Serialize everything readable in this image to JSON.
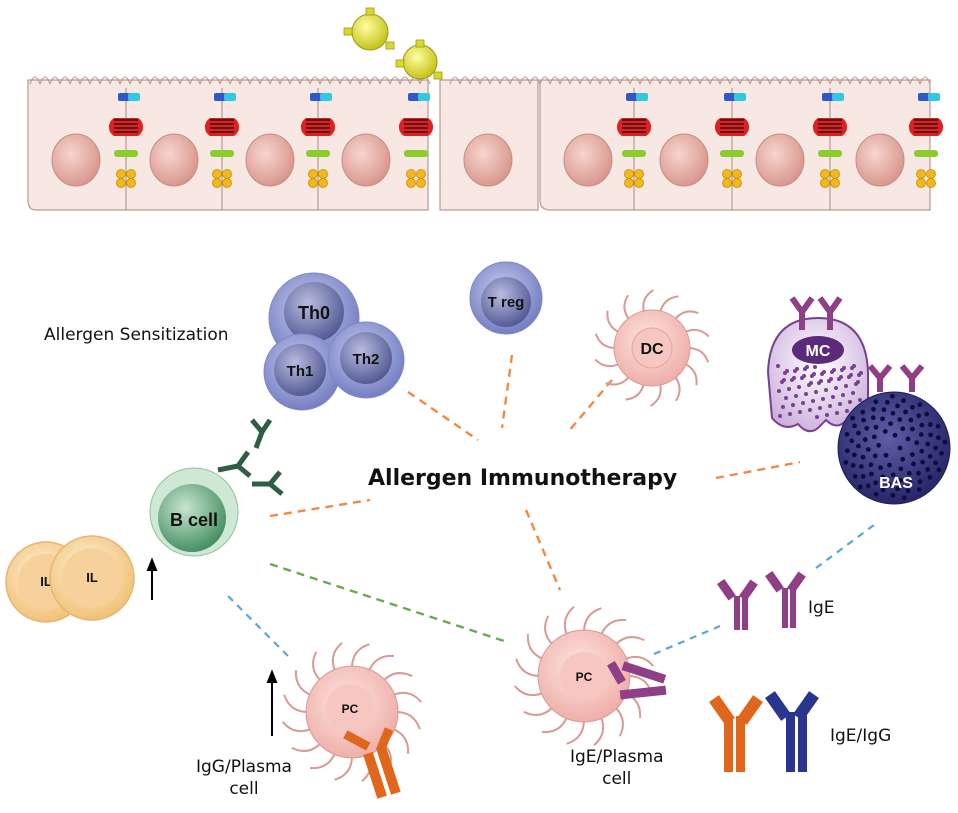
{
  "center_label": "Allergen Immunotherapy",
  "allergen_sensitization_label": "Allergen Sensitization",
  "cells": {
    "th0": "Th0",
    "th1": "Th1",
    "th2": "Th2",
    "treg": "T reg",
    "dc": "DC",
    "mc": "MC",
    "bas": "BAS",
    "bcell": "B cell",
    "il_back": "IL",
    "il_front": "IL",
    "pc_left": "PC",
    "pc_right": "PC"
  },
  "antibody_labels": {
    "ige": "IgE",
    "ige_igg": "IgE/IgG"
  },
  "plasma_labels": {
    "igg_plasma_line1": "IgG/Plasma",
    "igg_plasma_line2": "cell",
    "ige_plasma_line1": "IgE/Plasma",
    "ige_plasma_line2": "cell"
  },
  "colors": {
    "orange_link": "#ee8a45",
    "green_link": "#6aa84f",
    "blue_link": "#5aa6d6",
    "t_cell": "#9aa4dc",
    "b_cell": "#4f9a6f",
    "mast_cell": "#7a3f92",
    "basophil": "#2b2a7a",
    "plasma_cell": "#f2c3bd",
    "ige_antibody": "#8e3f86",
    "igg_antibody": "#e0661c",
    "igg_blue_antibody": "#2a3590",
    "allergen": "#d8d828"
  }
}
